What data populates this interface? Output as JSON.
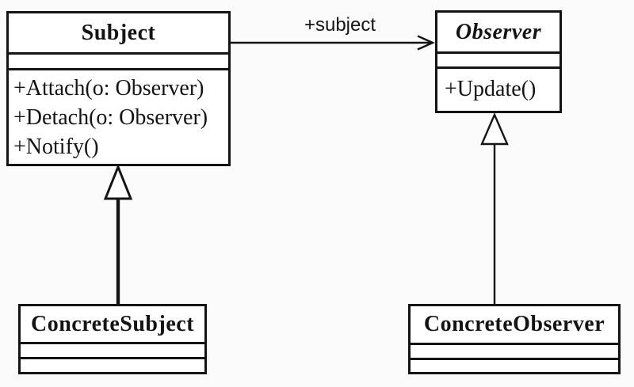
{
  "diagram_type": "uml-class-diagram",
  "colors": {
    "line": "#141414",
    "background": "#fbfbfb",
    "box_fill": "#ffffff"
  },
  "classes": {
    "subject": {
      "name": "Subject",
      "attributes": [],
      "methods": [
        "+Attach(o: Observer)",
        "+Detach(o: Observer)",
        "+Notify()"
      ]
    },
    "observer": {
      "name": "Observer",
      "attributes": [],
      "methods": [
        "+Update()"
      ]
    },
    "concrete_subject": {
      "name": "ConcreteSubject",
      "attributes": [],
      "methods": []
    },
    "concrete_observer": {
      "name": "ConcreteObserver",
      "attributes": [],
      "methods": []
    }
  },
  "relationships": {
    "association": {
      "from": "Subject",
      "to": "Observer",
      "label": "+subject"
    },
    "generalization_left": {
      "from": "ConcreteSubject",
      "to": "Subject"
    },
    "generalization_right": {
      "from": "ConcreteObserver",
      "to": "Observer"
    }
  }
}
